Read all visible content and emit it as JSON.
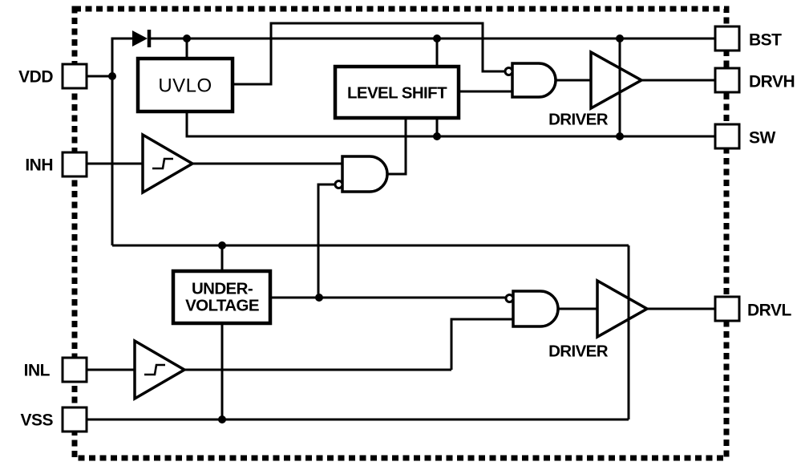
{
  "diagram": {
    "background": "#ffffff",
    "line_color": "#000000",
    "pins": {
      "left": [
        {
          "label": "VDD"
        },
        {
          "label": "INH"
        },
        {
          "label": "INL"
        },
        {
          "label": "VSS"
        }
      ],
      "right": [
        {
          "label": "BST"
        },
        {
          "label": "DRVH"
        },
        {
          "label": "SW"
        },
        {
          "label": "DRVL"
        }
      ]
    },
    "blocks": {
      "uvlo": {
        "label": "UVLO",
        "text_color": "#1a1a2e"
      },
      "level_shift": {
        "label": "LEVEL SHIFT"
      },
      "under_voltage": {
        "label_line1": "UNDER-",
        "label_line2": "VOLTAGE"
      },
      "driver_high": {
        "label": "DRIVER"
      },
      "driver_low": {
        "label": "DRIVER"
      }
    }
  }
}
